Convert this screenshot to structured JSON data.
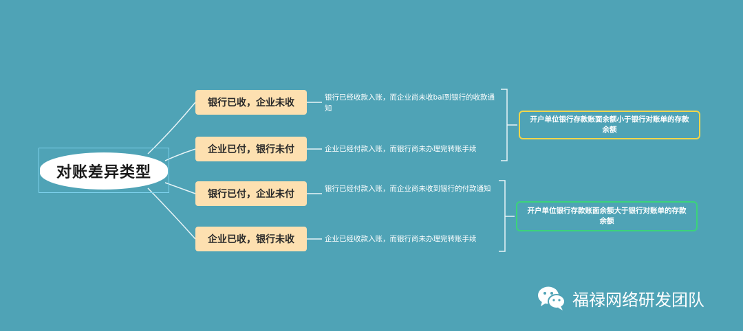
{
  "root": {
    "label": "对账差异类型"
  },
  "branches": [
    {
      "label": "银行已收，企业未收",
      "detail": "银行已经收款入账，而企业尚未收bai到银行的收款通知"
    },
    {
      "label": "企业已付，银行未付",
      "detail": "企业已经付款入账，而银行尚未办理完转账手续"
    },
    {
      "label": "银行已付，企业未付",
      "detail": "银行已经付款入账，而企业尚未收到银行的付款通知"
    },
    {
      "label": "企业已收，银行未收",
      "detail": "企业已经收款入账，而银行尚未办理完转账手续"
    }
  ],
  "summaries": [
    {
      "text": "开户单位银行存款账面余额小于银行对账单的存款余额",
      "color": "#f2d64b"
    },
    {
      "text": "开户单位银行存款账面余额大于银行对账单的存款余额",
      "color": "#3bd47a"
    }
  ],
  "watermark": {
    "text": "福禄网络研发团队",
    "icon": "wechat-icon"
  },
  "colors": {
    "background": "#4fa3b6",
    "branch_fill": "#fde0b0",
    "root_fill": "#ffffff"
  }
}
